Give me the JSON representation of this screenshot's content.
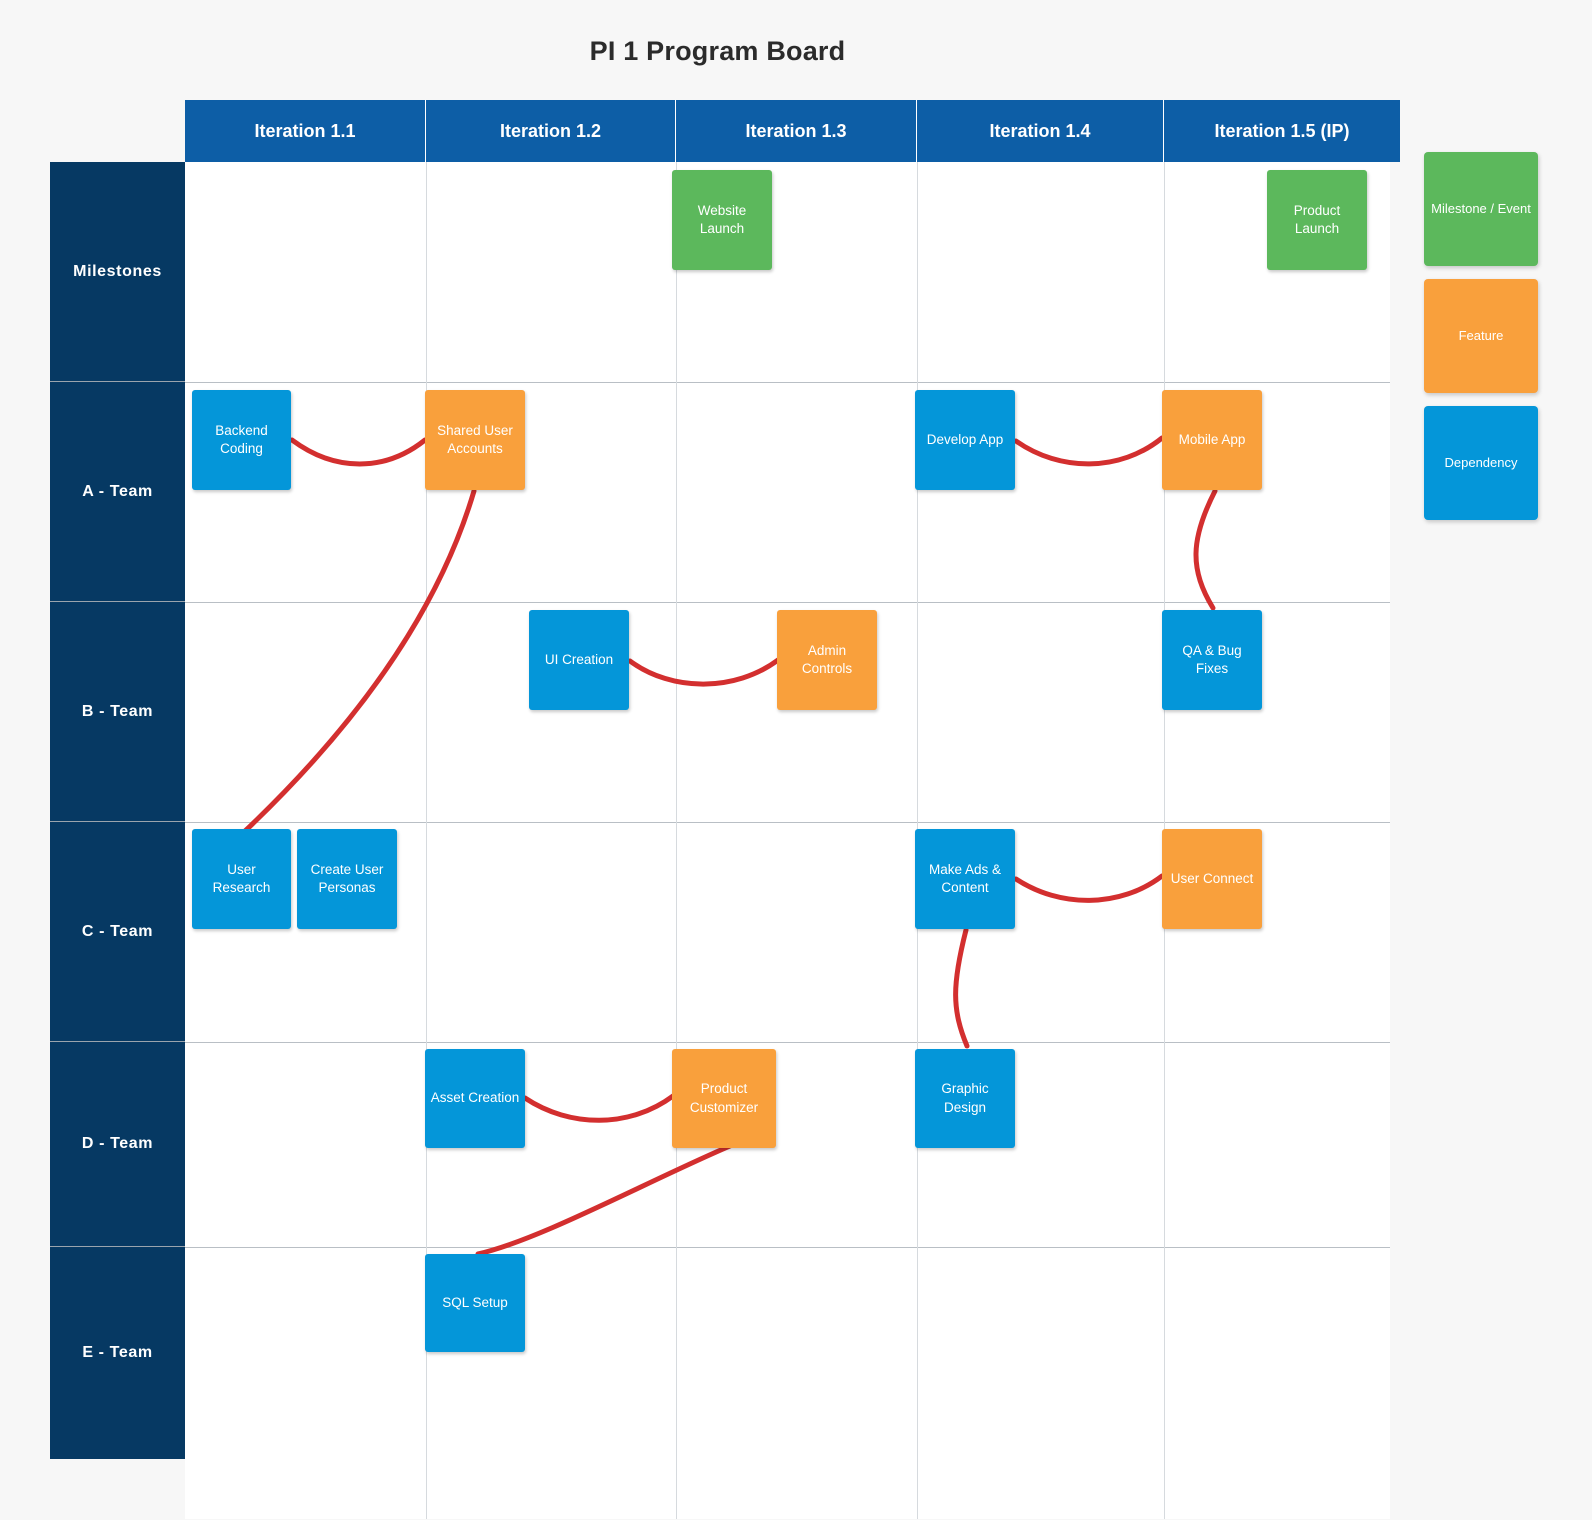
{
  "board": {
    "title": "PI 1 Program Board",
    "accent_header": "#0d5ea6",
    "accent_rowlabel": "#063963",
    "color_milestone": "#5cb85c",
    "color_feature": "#f9a03c",
    "color_dependency": "#0496d9",
    "color_connector": "#d32f2f"
  },
  "columns": [
    {
      "label": "Iteration 1.1"
    },
    {
      "label": "Iteration 1.2"
    },
    {
      "label": "Iteration 1.3"
    },
    {
      "label": "Iteration 1.4"
    },
    {
      "label": "Iteration 1.5 (IP)"
    }
  ],
  "rows": [
    {
      "label": "Milestones"
    },
    {
      "label": "A - Team"
    },
    {
      "label": "B - Team"
    },
    {
      "label": "C - Team"
    },
    {
      "label": "D - Team"
    },
    {
      "label": "E - Team"
    }
  ],
  "cards": [
    {
      "label": "Website Launch",
      "type": "milestone",
      "row": "Milestones",
      "column": "Iteration 1.3"
    },
    {
      "label": "Product Launch",
      "type": "milestone",
      "row": "Milestones",
      "column": "Iteration 1.5 (IP)"
    },
    {
      "label": "Backend Coding",
      "type": "dependency",
      "row": "A - Team",
      "column": "Iteration 1.1"
    },
    {
      "label": "Shared User Accounts",
      "type": "feature",
      "row": "A - Team",
      "column": "Iteration 1.2"
    },
    {
      "label": "Develop App",
      "type": "dependency",
      "row": "A - Team",
      "column": "Iteration 1.4"
    },
    {
      "label": "Mobile App",
      "type": "feature",
      "row": "A - Team",
      "column": "Iteration 1.5 (IP)"
    },
    {
      "label": "UI Creation",
      "type": "dependency",
      "row": "B - Team",
      "column": "Iteration 1.2"
    },
    {
      "label": "Admin Controls",
      "type": "feature",
      "row": "B - Team",
      "column": "Iteration 1.3"
    },
    {
      "label": "QA & Bug Fixes",
      "type": "dependency",
      "row": "B - Team",
      "column": "Iteration 1.5 (IP)"
    },
    {
      "label": "User Research",
      "type": "dependency",
      "row": "C - Team",
      "column": "Iteration 1.1"
    },
    {
      "label": "Create User Personas",
      "type": "dependency",
      "row": "C - Team",
      "column": "Iteration 1.1"
    },
    {
      "label": "Make Ads & Content",
      "type": "dependency",
      "row": "C - Team",
      "column": "Iteration 1.4"
    },
    {
      "label": "User Connect",
      "type": "feature",
      "row": "C - Team",
      "column": "Iteration 1.5 (IP)"
    },
    {
      "label": "Asset Creation",
      "type": "dependency",
      "row": "D - Team",
      "column": "Iteration 1.2"
    },
    {
      "label": "Product Customizer",
      "type": "feature",
      "row": "D - Team",
      "column": "Iteration 1.3"
    },
    {
      "label": "Graphic Design",
      "type": "dependency",
      "row": "D - Team",
      "column": "Iteration 1.4"
    },
    {
      "label": "SQL Setup",
      "type": "dependency",
      "row": "E - Team",
      "column": "Iteration 1.2"
    }
  ],
  "connections": [
    {
      "from": "Backend Coding",
      "to": "Shared User Accounts"
    },
    {
      "from": "Develop App",
      "to": "Mobile App"
    },
    {
      "from": "Shared User Accounts",
      "to": "User Research"
    },
    {
      "from": "Mobile App",
      "to": "QA & Bug Fixes"
    },
    {
      "from": "UI Creation",
      "to": "Admin Controls"
    },
    {
      "from": "Make Ads & Content",
      "to": "User Connect"
    },
    {
      "from": "Make Ads & Content",
      "to": "Graphic Design"
    },
    {
      "from": "Asset Creation",
      "to": "Product Customizer"
    },
    {
      "from": "Product Customizer",
      "to": "SQL Setup"
    }
  ],
  "legend": {
    "items": [
      {
        "label": "Milestone / Event",
        "type": "milestone"
      },
      {
        "label": "Feature",
        "type": "feature"
      },
      {
        "label": "Dependency",
        "type": "dependency"
      }
    ]
  }
}
